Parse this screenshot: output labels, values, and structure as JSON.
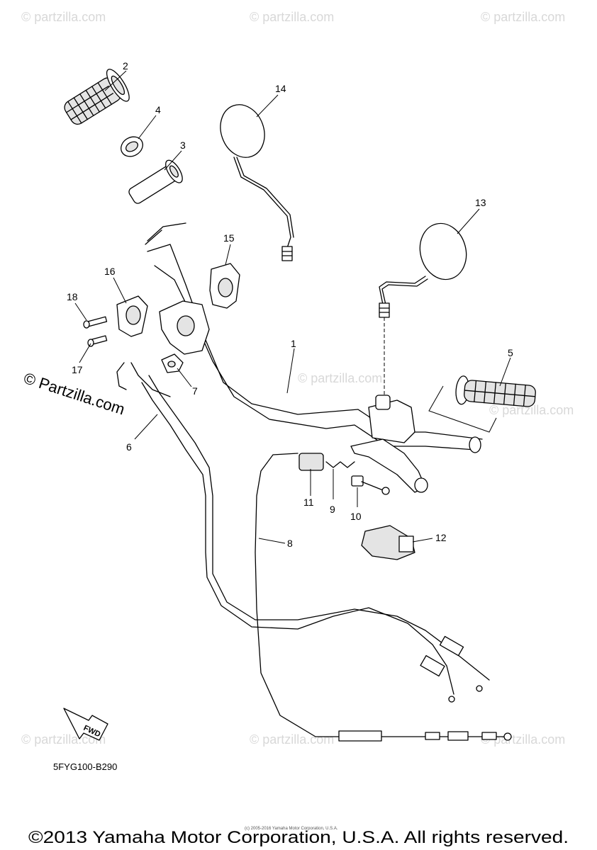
{
  "watermark": {
    "text": "© partzilla.com"
  },
  "side_watermark": {
    "text": "© Partzilla.com"
  },
  "diagram_code": "5FYG100-B290",
  "fwd_label": "FWD",
  "fine_print": "(c) 2005-2016 Yamaha Motor Corporation, U.S.A.",
  "copyright": "©2013 Yamaha Motor Corporation, U.S.A. All rights reserved.",
  "callouts": [
    "1",
    "2",
    "3",
    "4",
    "5",
    "6",
    "7",
    "8",
    "9",
    "10",
    "11",
    "12",
    "13",
    "14",
    "15",
    "16",
    "17",
    "18"
  ]
}
